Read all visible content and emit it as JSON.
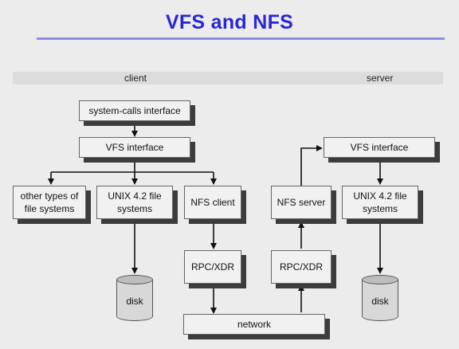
{
  "title": "VFS and NFS",
  "sections": {
    "client": "client",
    "server": "server"
  },
  "client": {
    "syscalls": "system-calls interface",
    "vfs": "VFS interface",
    "other_fs": "other types of file systems",
    "unix_fs": "UNIX 4.2 file systems",
    "nfs_client": "NFS client",
    "rpc": "RPC/XDR",
    "disk": "disk"
  },
  "server": {
    "vfs": "VFS interface",
    "nfs_server": "NFS server",
    "unix_fs": "UNIX 4.2 file systems",
    "rpc": "RPC/XDR",
    "disk": "disk"
  },
  "network": "network",
  "colors": {
    "title": "#2a26d6",
    "rule": "#8c8ce6",
    "box": "#f1f1f1",
    "shadow": "#3c3c3c"
  }
}
